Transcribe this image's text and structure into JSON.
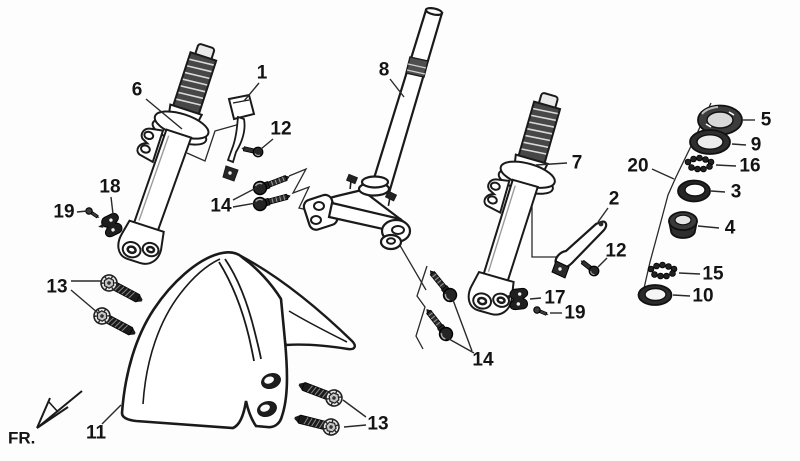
{
  "diagram": {
    "kind": "exploded-parts-diagram",
    "front_marker": "FR.",
    "line_color": "#1a1a1a",
    "background_color": "#fdfdfd"
  },
  "callouts": {
    "c1": "1",
    "c2": "2",
    "c3": "3",
    "c4": "4",
    "c5": "5",
    "c6": "6",
    "c7": "7",
    "c8": "8",
    "c9": "9",
    "c10": "10",
    "c11": "11",
    "c12a": "12",
    "c12b": "12",
    "c13a": "13",
    "c13b": "13",
    "c14a": "14",
    "c14b": "14",
    "c15": "15",
    "c16": "16",
    "c17": "17",
    "c18": "18",
    "c19a": "19",
    "c19b": "19",
    "c20": "20"
  }
}
